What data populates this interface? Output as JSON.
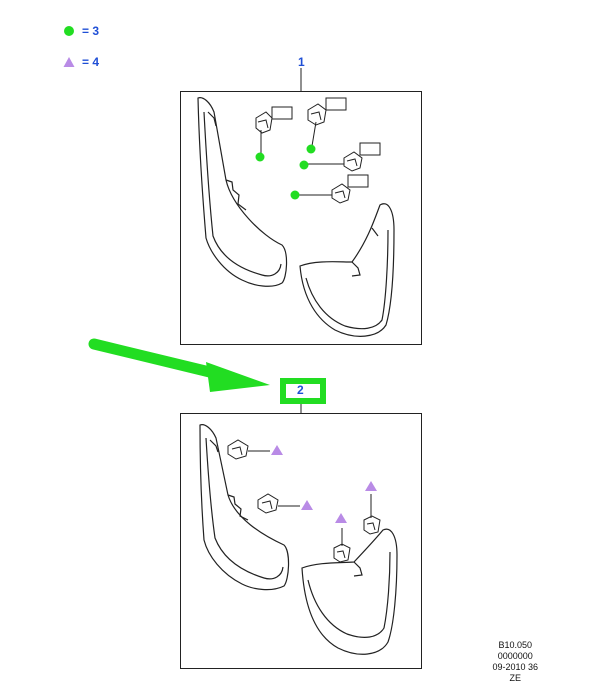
{
  "legend": {
    "items": [
      {
        "symbol": "green-dot-icon",
        "text": "= 3",
        "color": "#22dd22"
      },
      {
        "symbol": "purple-triangle-icon",
        "text": "= 4",
        "color": "#b98be6"
      }
    ]
  },
  "callouts": {
    "panel_1": "1",
    "panel_2": "2"
  },
  "footer": {
    "lines": [
      "B10.050",
      "0000000",
      "09-2010 36",
      "ZE"
    ]
  },
  "colors": {
    "label_blue": "#1f4fd6",
    "green": "#22dd22",
    "purple": "#b98be6",
    "line": "#222222"
  }
}
